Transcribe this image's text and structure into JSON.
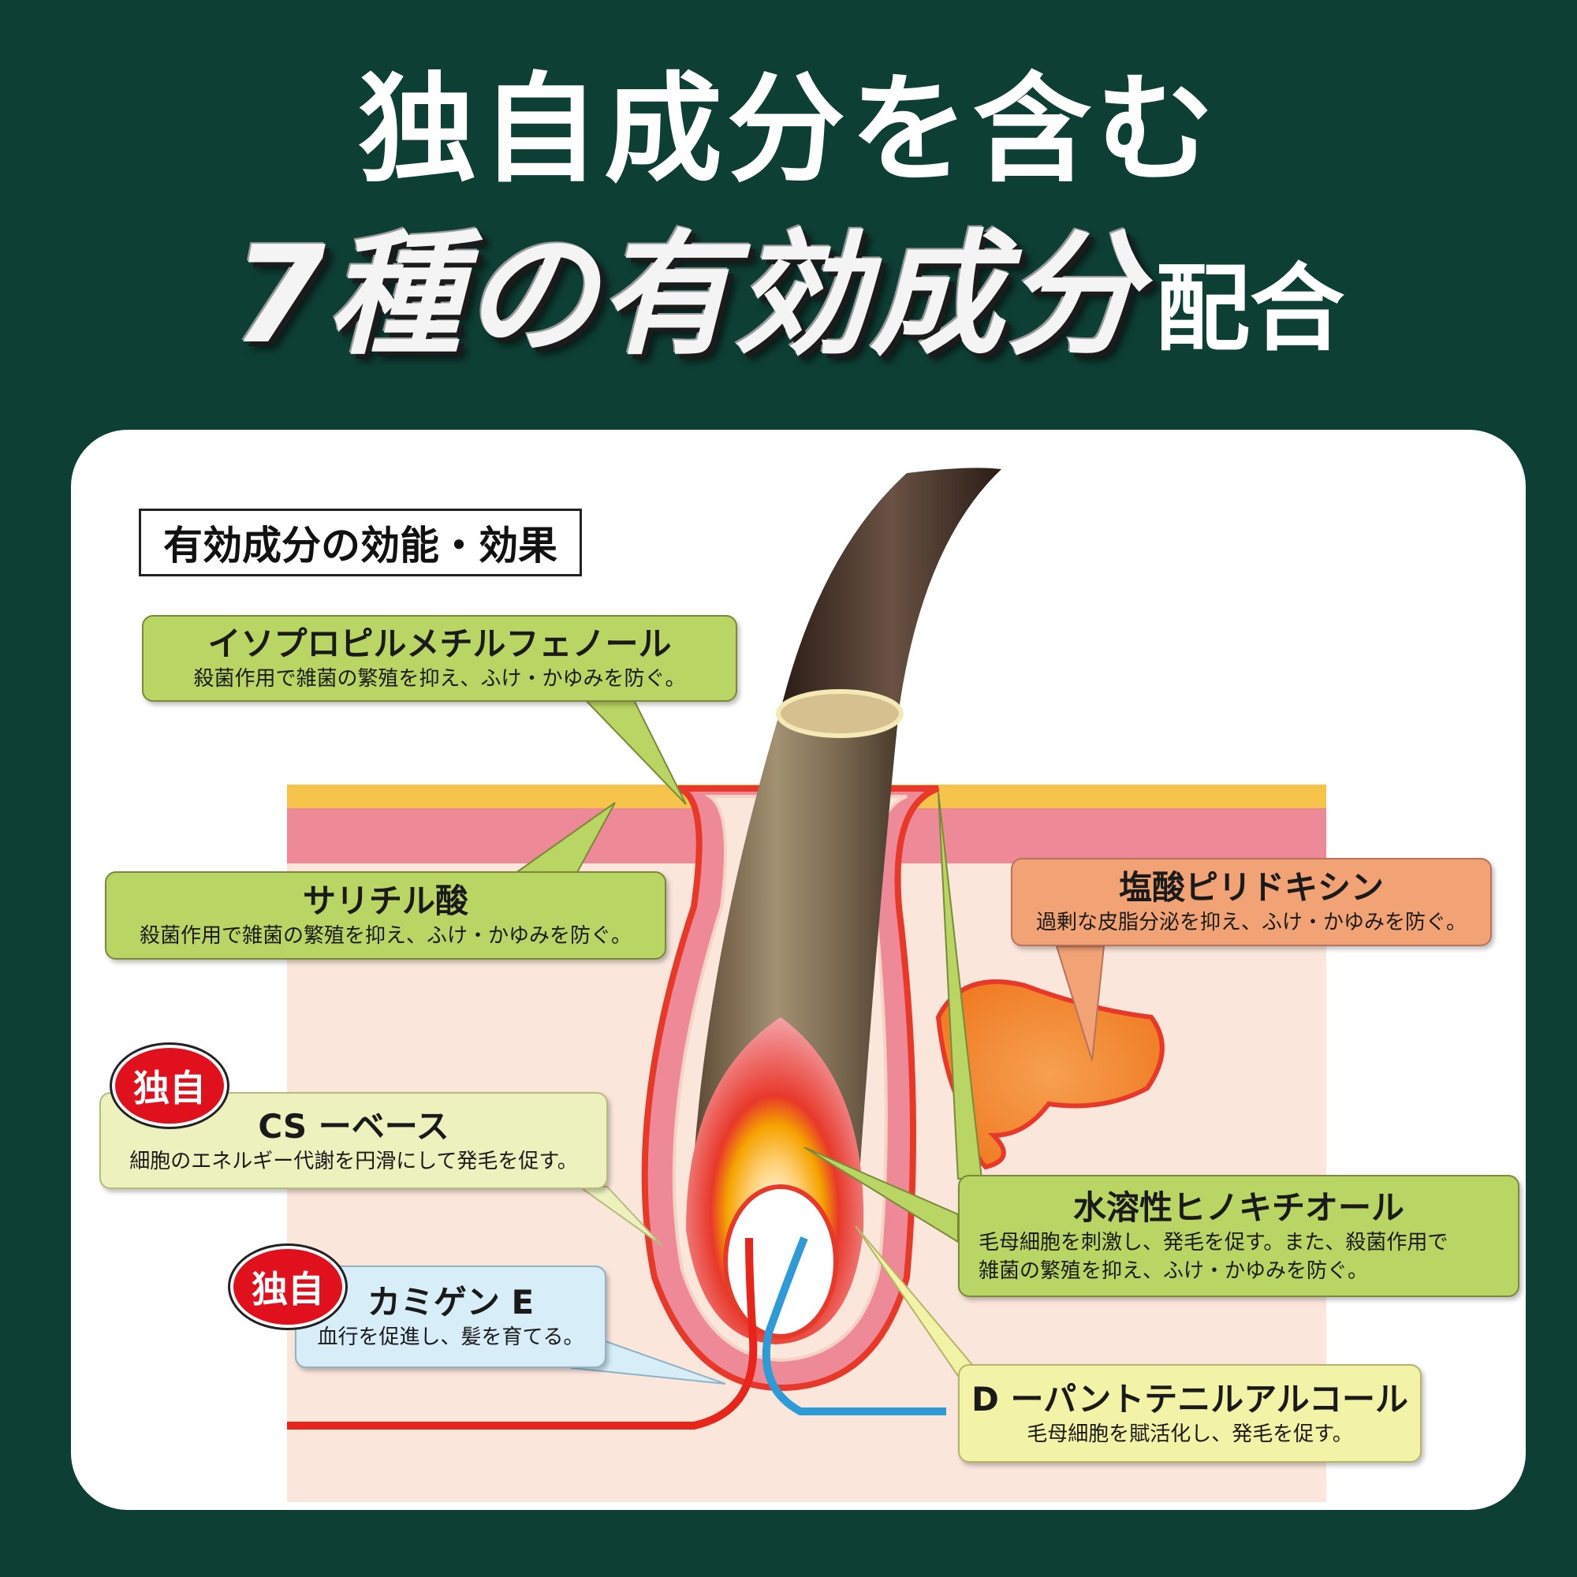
{
  "headline": {
    "line1": "独自成分を含む",
    "line2_emphasis": "7種の有効成分",
    "line2_suffix": "配合"
  },
  "section_label": "有効成分の効能・効果",
  "ingredients": [
    {
      "name": "イソプロピルメチルフェノール",
      "description": "殺菌作用で雑菌の繁殖を抑え、ふけ・かゆみを防ぐ。",
      "color": "#b9d564"
    },
    {
      "name": "サリチル酸",
      "description": "殺菌作用で雑菌の繁殖を抑え、ふけ・かゆみを防ぐ。",
      "color": "#b9d564"
    },
    {
      "name": "CS ーベース",
      "description": "細胞のエネルギー代謝を円滑にして発毛を促す。",
      "color": "#ecf1be",
      "badge": "独自"
    },
    {
      "name": "カミゲン E",
      "description": "血行を促進し、髪を育てる。",
      "color": "#d7eef8",
      "badge": "独自"
    },
    {
      "name": "塩酸ピリドキシン",
      "description": "過剰な皮脂分泌を抑え、ふけ・かゆみを防ぐ。",
      "color": "#f2a376"
    },
    {
      "name": "水溶性ヒノキチオール",
      "description_lines": [
        "毛母細胞を刺激し、発毛を促す。また、殺菌作用で",
        "雑菌の繁殖を抑え、ふけ・かゆみを防ぐ。"
      ],
      "color": "#b9d564"
    },
    {
      "name": "D ーパントテニルアルコール",
      "description": "毛母細胞を賦活化し、発毛を促す。",
      "color": "#f3f3a8"
    }
  ],
  "colors": {
    "background": "#0e3f35",
    "badge": "#e0101c",
    "skin_surface": "#f6c44a",
    "skin_layer": "#ee7f8f",
    "dermis": "#fbe6dc",
    "hair": "#4a3528",
    "artery": "#e8251b",
    "vein": "#2e9ad6"
  },
  "icons": [
    "hair-follicle-illustration",
    "artery-icon",
    "vein-icon"
  ]
}
